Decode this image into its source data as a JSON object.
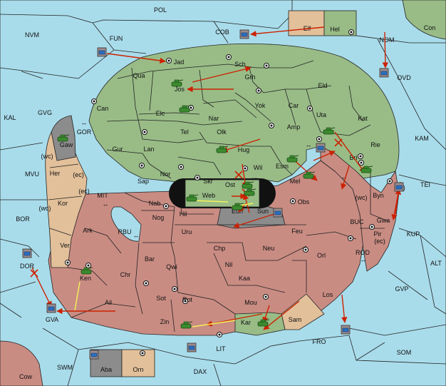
{
  "colors": {
    "sea": "#a9dceb",
    "green_power": "#99bc87",
    "red_power": "#c98c83",
    "neutral": "#e2c09a",
    "impassable": "#8c8c8c",
    "order_arrow": "#cc2200",
    "support_line": "#f2f25a"
  },
  "sea_labels": [
    "POL",
    "NVM",
    "FUN",
    "COB",
    "NOM",
    "OVD",
    "KAL",
    "GVG",
    "GOR",
    "KAM",
    "MVU",
    "MIT",
    "BOR",
    "RBU",
    "TEI",
    "BUC",
    "KUP",
    "ALT",
    "ROD",
    "GVP",
    "DOR",
    "GVA",
    "FRO",
    "SOM",
    "SWM",
    "LIT",
    "DAX",
    "Con",
    "Cow"
  ],
  "green_labels": [
    "Jad",
    "Sch",
    "Qua",
    "Jos",
    "Grh",
    "Eld",
    "Can",
    "Elc",
    "Yok",
    "Car",
    "Nar",
    "Uta",
    "Kat",
    "Tel",
    "Olk",
    "Amp",
    "Gur",
    "Lan",
    "Hug",
    "Rie",
    "Nor",
    "Wil",
    "Esm",
    "Sap",
    "Skr",
    "Ost",
    "Web",
    "Eun",
    "Sun",
    "Kar",
    "Hel"
  ],
  "red_labels": [
    "Mel",
    "Obs",
    "Bri",
    "Byn",
    "Gwa",
    "Pir",
    "Nab",
    "Nog",
    "Hil",
    "Uru",
    "Feu",
    "Ark",
    "Chp",
    "Neu",
    "Orl",
    "Bar",
    "Qwi",
    "Nil",
    "Chr",
    "Kaa",
    "Ken",
    "Sot",
    "Rot",
    "Los",
    "Mou",
    "Ail",
    "Zin"
  ],
  "neutral_labels": [
    "Elf",
    "Gaw",
    "Her",
    "Kor",
    "Ver",
    "Sam",
    "Aba",
    "Orn"
  ],
  "coast_labels": [
    "(wc)",
    "(ec)",
    "(ec)",
    "(wc)",
    "(wc)",
    "(ec)",
    "(ec)"
  ],
  "legend": {
    "swap": "↔"
  }
}
